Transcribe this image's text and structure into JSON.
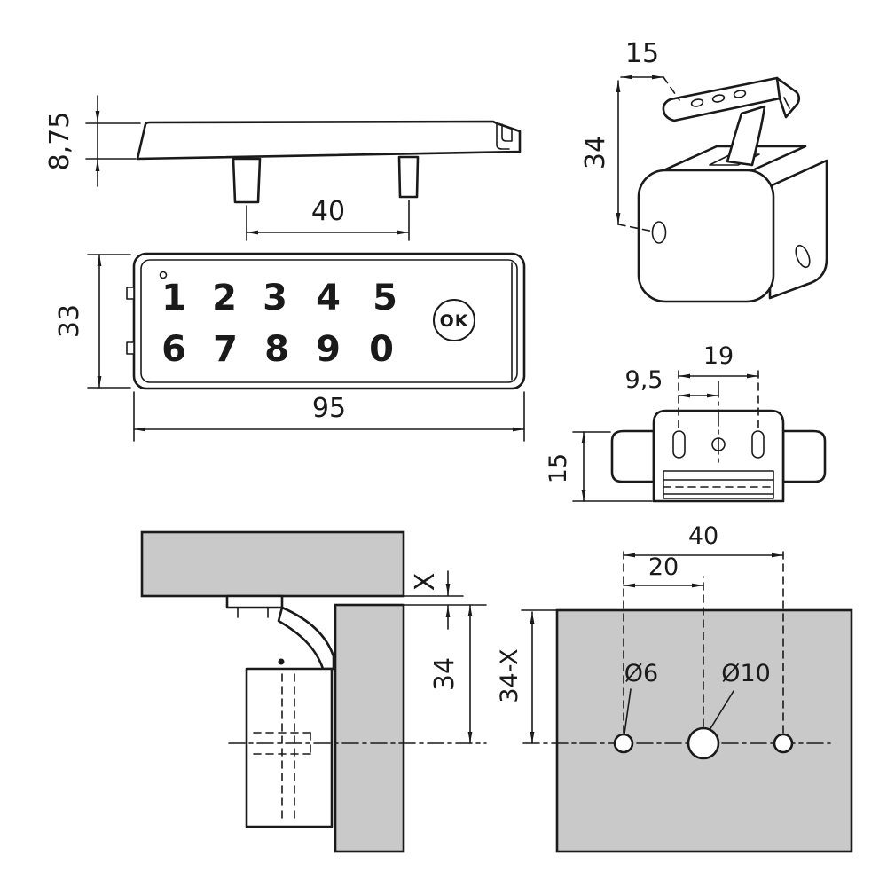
{
  "document": {
    "type": "technical-dimension-drawing",
    "subject": "digital keypad cabinet lock"
  },
  "keypad": {
    "digits_row1": [
      "1",
      "2",
      "3",
      "4",
      "5"
    ],
    "digits_row2": [
      "6",
      "7",
      "8",
      "9",
      "0"
    ],
    "ok_label": "OK"
  },
  "dimensions": {
    "side_height": "8,75",
    "pin_spacing": "40",
    "front_height": "33",
    "front_width": "95",
    "plate_width": "15",
    "latch_height": "34",
    "slot_spacing": "19",
    "slot_half_spacing": "9,5",
    "strike_height": "15",
    "panel_gap": "X",
    "axis_offset": "34",
    "hole_spacing_outer": "40",
    "hole_spacing_inner": "20",
    "edge_to_axis": "34-X",
    "hole_small_dia": "Ø6",
    "hole_large_dia": "Ø10"
  },
  "colors": {
    "line": "#1a1a1a",
    "panel_fill": "#c9c9c9",
    "background": "#ffffff"
  }
}
